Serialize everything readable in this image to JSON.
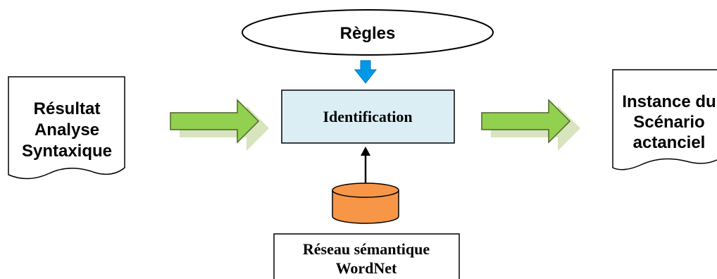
{
  "diagram": {
    "rules": {
      "label": "Règles"
    },
    "input_doc": {
      "lines": [
        "Résultat",
        "Analyse",
        "Syntaxique"
      ]
    },
    "process": {
      "label": "Identification"
    },
    "output_doc": {
      "lines": [
        "Instance du",
        "Scénario",
        "actanciel"
      ]
    },
    "resource": {
      "lines": [
        "Réseau sémantique",
        "WordNet"
      ]
    },
    "colors": {
      "process_fill": "#dbeef4",
      "big_arrow_green": "#92d050",
      "big_arrow_shadow": "#d7e4bd",
      "small_arrow_blue": "#0099e6",
      "database_orange": "#f79646",
      "stroke": "#000000"
    }
  }
}
